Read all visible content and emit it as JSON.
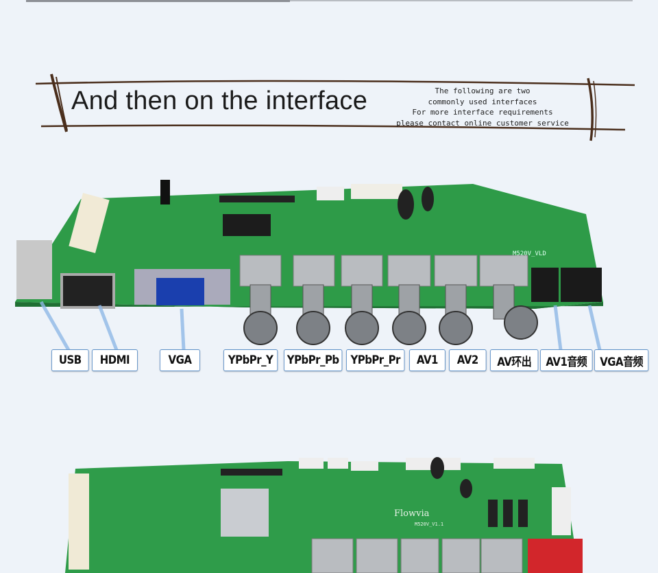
{
  "header": {
    "title": "And then on the interface",
    "note_lines": [
      "The following are two",
      "commonly used interfaces",
      "For more interface requirements",
      "please contact online customer service"
    ]
  },
  "labels": [
    "USB",
    "HDMI",
    "VGA",
    "YPbPr_Y",
    "YPbPr_Pb",
    "YPbPr_Pr",
    "AV1",
    "AV2",
    "AV环出",
    "AV1音频",
    "VGA音频"
  ],
  "boards": {
    "board1_silkscreen": "M520V_VLD",
    "board2_brand": "Flowvia",
    "board2_silkscreen": "M520V_V1.1"
  },
  "colors": {
    "background": "#eef3f9",
    "pcb": "#2f9a48",
    "label_border": "#5b8fc8",
    "banner_line": "#5a3a26"
  }
}
